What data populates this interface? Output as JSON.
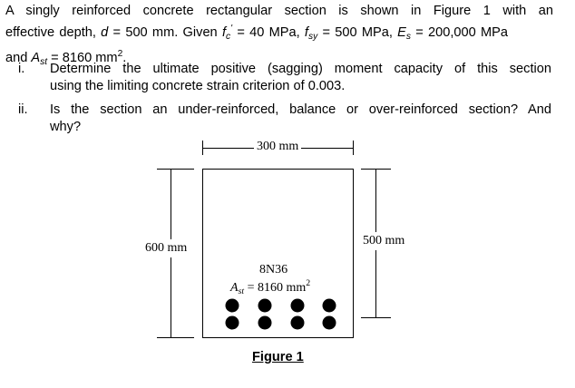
{
  "problem": {
    "line1_a": "A singly reinforced concrete rectangular section is shown in Figure 1 with an",
    "line2_a": "effective depth, ",
    "d_sym": "d",
    "line2_b": " = 500 mm. Given ",
    "fc_sym": "f",
    "fc_sub": "c",
    "fc_prime": "'",
    "line2_c": " = 40 MPa, ",
    "fsy_sym": "f",
    "fsy_sub": "sy",
    "line2_d": " = 500 MPa, ",
    "Es_sym": "E",
    "Es_sub": "s",
    "line2_e": " = 200,000 MPa",
    "line3_a": "and ",
    "Ast_sym": "A",
    "Ast_sub": "st",
    "line3_b": " = 8160 mm",
    "line3_sup": "2",
    "line3_c": "."
  },
  "questions": [
    {
      "num": "i.",
      "line1": "Determine the ultimate positive (sagging) moment capacity of this section",
      "line2": "using the limiting concrete strain criterion of 0.003."
    },
    {
      "num": "ii.",
      "line1": "Is the section an under-reinforced, balance or over-reinforced section? And",
      "line2": "why?"
    }
  ],
  "figure": {
    "width_label": "300 mm",
    "height_label": "600 mm",
    "depth_label": "500 mm",
    "bar_label": "8N36",
    "ast_sym": "A",
    "ast_sub": "st",
    "ast_value": " = 8160 mm",
    "ast_sup": "2",
    "bar_count": 8,
    "caption": "Figure 1"
  }
}
